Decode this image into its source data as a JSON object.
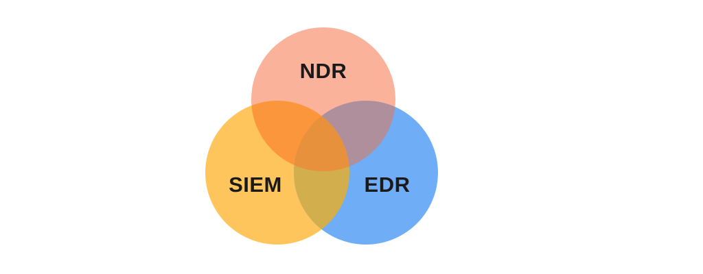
{
  "diagram": {
    "type": "venn",
    "background_color": "#ffffff",
    "label_color": "#1a1a1a",
    "sets": [
      {
        "id": "ndr",
        "label": "NDR",
        "color": "#fbb29b"
      },
      {
        "id": "siem",
        "label": "SIEM",
        "color": "#fdc55c"
      },
      {
        "id": "edr",
        "label": "EDR",
        "color": "#6fadf7"
      }
    ],
    "overlaps": {
      "ndr_siem": "#fc963c",
      "ndr_edr": "#b08f9d",
      "siem_edr": "#d2af4c",
      "ndr_siem_edr": "#e8913c"
    }
  }
}
